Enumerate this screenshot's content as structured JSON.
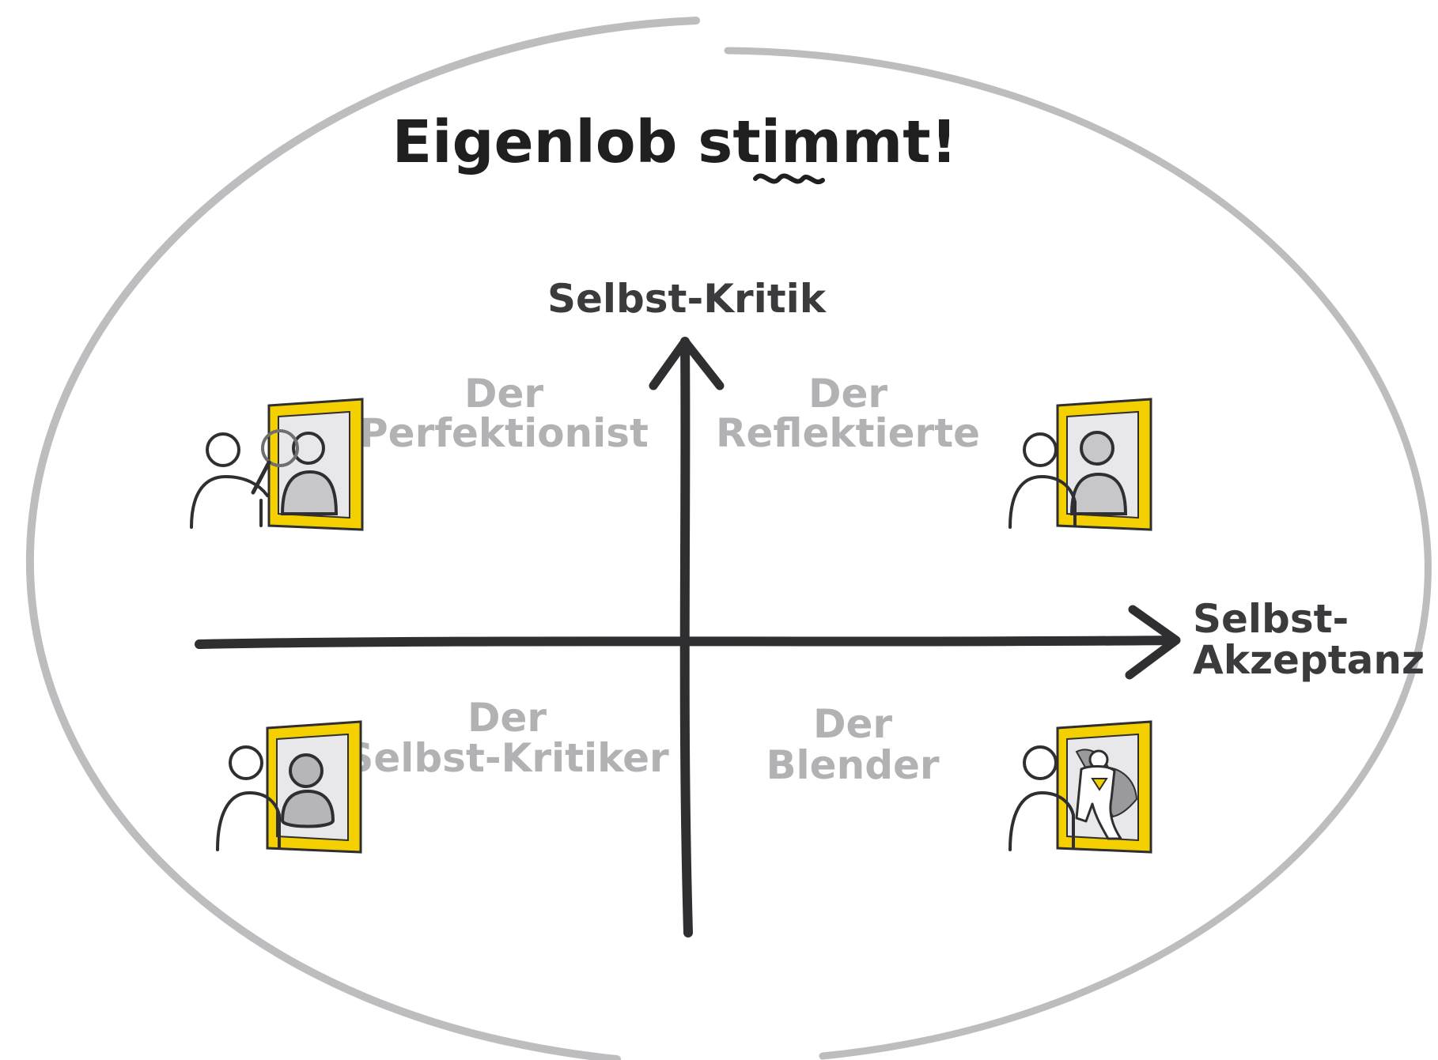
{
  "title": "Eigenlob stimmt!",
  "axes": {
    "vertical_label": "Selbst-Kritik",
    "horizontal_label_line1": "Selbst-",
    "horizontal_label_line2": "Akzeptanz"
  },
  "quadrants": {
    "top_left": {
      "line1": "Der",
      "line2": "Perfektionist"
    },
    "top_right": {
      "line1": "Der",
      "line2": "Reflektierte"
    },
    "bottom_left": {
      "line1": "Der",
      "line2": "Selbst-Kritiker"
    },
    "bottom_right": {
      "line1": "Der",
      "line2": "Blender"
    }
  },
  "colors": {
    "ellipse": "#bdbdc0",
    "axis": "#2f2f31",
    "title": "#1f1f1f",
    "axis_label": "#3b3b3d",
    "quadrant_label": "#b2b2b5",
    "frame": "#f5d000",
    "mirror_glass": "#e8e8ea",
    "reflection_fill": "#c7c7ca"
  },
  "icons": {
    "top_left": "person-mirror-magnifier-icon",
    "top_right": "person-mirror-icon",
    "bottom_left": "person-mirror-grey-reflection-icon",
    "bottom_right": "person-mirror-superhero-icon"
  }
}
